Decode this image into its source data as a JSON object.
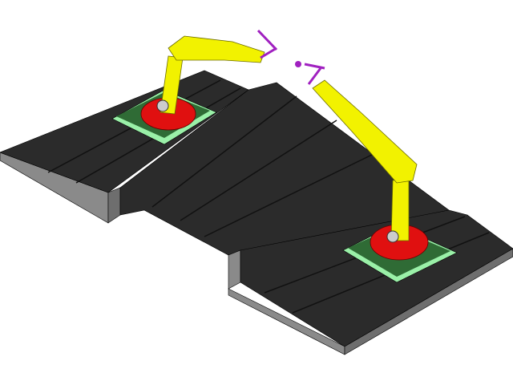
{
  "scene": {
    "colors": {
      "background": "#ffffff",
      "platform_top": "#2b2b2b",
      "platform_side": "#8a8a8a",
      "groove": "#111111",
      "pad_light": "#9af0a8",
      "pad_dark": "#2f6b35",
      "base_red": "#e01010",
      "arm_yellow": "#f2f200",
      "arm_edge": "#6b6b00",
      "gripper": "#a020c0"
    },
    "objects": [
      "platform",
      "robot-arm-left",
      "robot-arm-right"
    ]
  }
}
